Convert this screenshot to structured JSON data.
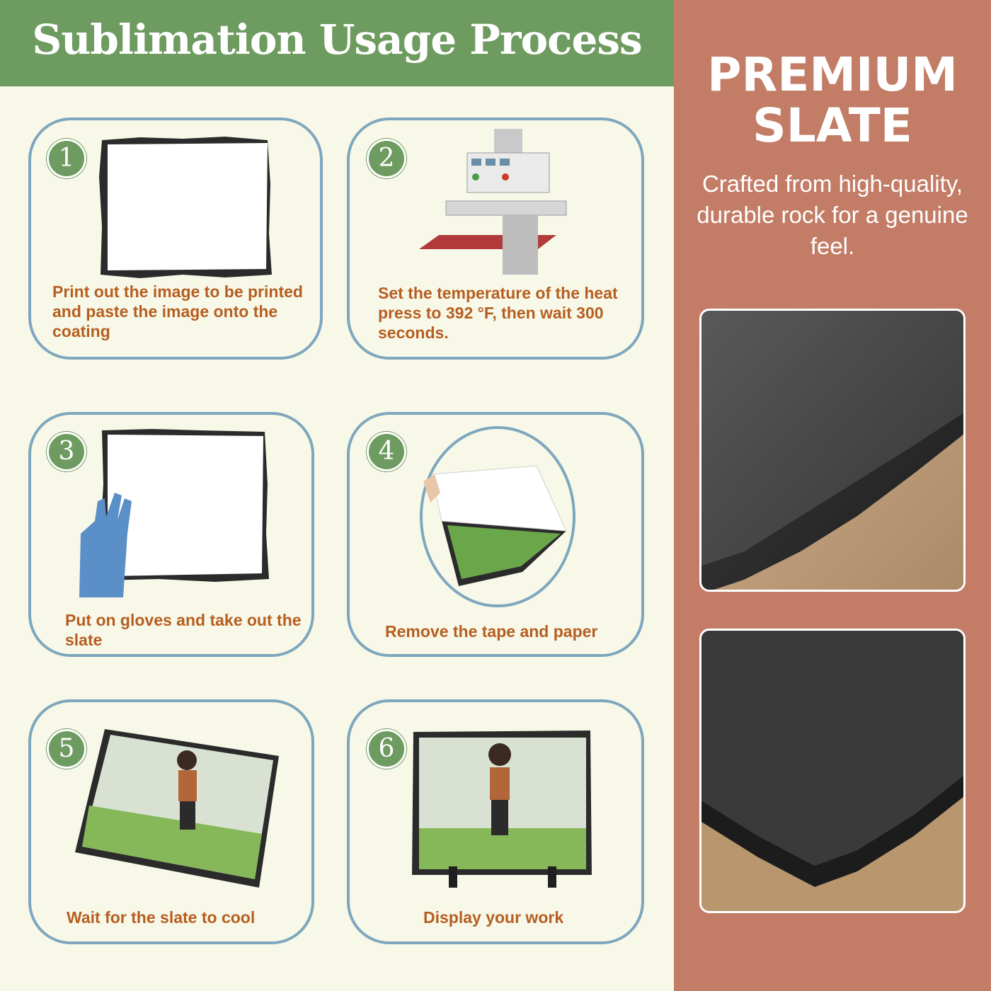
{
  "header": {
    "title": "Sublimation Usage Process"
  },
  "steps": [
    {
      "number": "1",
      "caption": "Print out the image to be printed and paste the image onto the coating"
    },
    {
      "number": "2",
      "caption": "Set the temperature of the heat press to 392 °F, then wait 300 seconds."
    },
    {
      "number": "3",
      "caption": "Put on gloves and take out the slate"
    },
    {
      "number": "4",
      "caption": "Remove the tape and paper"
    },
    {
      "number": "5",
      "caption": "Wait for the slate to cool"
    },
    {
      "number": "6",
      "caption": "Display your work"
    }
  ],
  "premium": {
    "title": "PREMIUM SLATE",
    "description": "Crafted from high-quality, durable rock for a genuine feel."
  },
  "colors": {
    "header_green": "#6e9b5f",
    "panel_cream": "#f8f8e9",
    "card_border_blue": "#7ea7bd",
    "caption_orange": "#b65e20",
    "side_panel_terracotta": "#c37c66"
  }
}
